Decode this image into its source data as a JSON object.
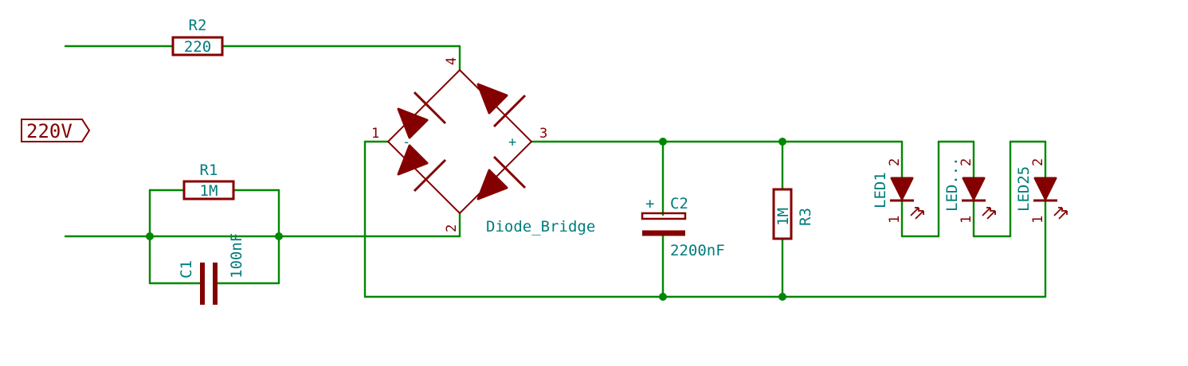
{
  "power_label": "220V",
  "components": {
    "R2": {
      "ref": "R2",
      "value": "220"
    },
    "R1": {
      "ref": "R1",
      "value": "1M"
    },
    "C1": {
      "ref": "C1",
      "value": "100nF"
    },
    "C2": {
      "ref": "C2",
      "value": "2200nF",
      "polarity": "+"
    },
    "R3": {
      "ref": "R3",
      "value": "1M"
    },
    "bridge": {
      "name": "Diode_Bridge",
      "pin1": "1",
      "pin2": "2",
      "pin3": "3",
      "pin4": "4",
      "minus": "-",
      "plus": "+"
    },
    "leds": [
      {
        "ref": "LED1",
        "pin_a": "2",
        "pin_k": "1"
      },
      {
        "ref": "LED...",
        "pin_a": "2",
        "pin_k": "1"
      },
      {
        "ref": "LED25",
        "pin_a": "2",
        "pin_k": "1"
      }
    ]
  },
  "colors": {
    "wire": "#008800",
    "component": "#840000",
    "label": "#007c7c"
  }
}
